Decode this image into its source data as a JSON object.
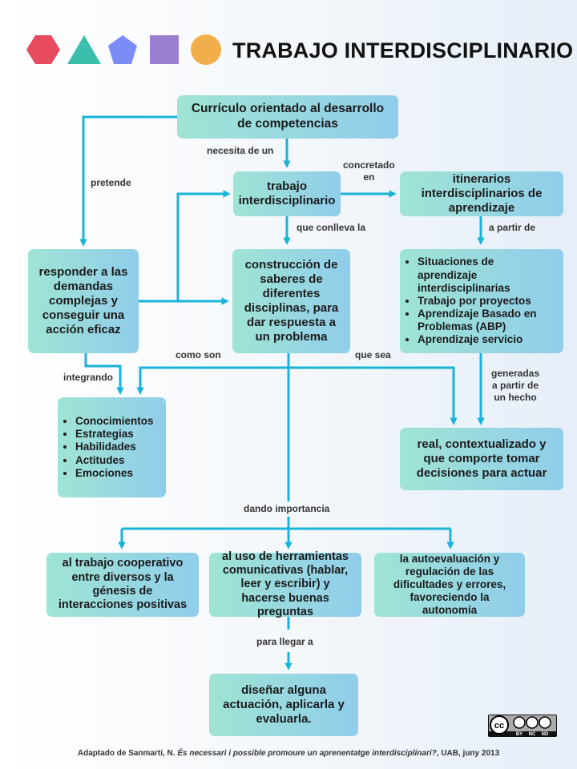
{
  "title": "TRABAJO INTERDISCIPLINARIO",
  "boxes": {
    "curriculo": "Currículo orientado al desarrollo de competencias",
    "trabajo": "trabajo interdisciplinario",
    "itinerarios": "itinerarios interdisciplinarios de aprendizaje",
    "responder": "responder a las demandas complejas y conseguir una acción eficaz",
    "construccion": "construcción de saberes de diferentes disciplinas, para dar respuesta a un problema",
    "situaciones": [
      "Situaciones de aprendizaje interdisciplinarias",
      "Trabajo por proyectos",
      "Aprendizaje Basado en Problemas (ABP)",
      "Aprendizaje servicio"
    ],
    "conocimientos": [
      "Conocimientos",
      "Estrategias",
      "Habilidades",
      "Actitudes",
      "Emociones"
    ],
    "real": "real, contextualizado y que comporte tomar decisiones para actuar",
    "cooperativo": "al trabajo cooperativo entre diversos y la génesis de interacciones positivas",
    "herramientas": "al uso de herramientas comunicativas (hablar, leer y escribir) y hacerse buenas preguntas",
    "autoevaluacion": "la autoevaluación y regulación de las dificultades y errores, favoreciendo la autonomía",
    "disenar": "diseñar alguna actuación, aplicarla y evaluarla."
  },
  "labels": {
    "necesita": "necesita de un",
    "pretende": "pretende",
    "concretado_1": "concretado",
    "concretado_2": "en",
    "conlleva": "que conlleva la",
    "a_partir": "a partir de",
    "como_son": "como son",
    "que_sea": "que sea",
    "integrando": "integrando",
    "generadas_1": "generadas",
    "generadas_2": "a partir de",
    "generadas_3": "un hecho",
    "dando": "dando importancia",
    "para_llegar": "para llegar a"
  },
  "footer": {
    "prefix": "Adaptado de Sanmartí,  N. ",
    "work": "És necessari i possible promoure un aprenentatge interdisciplinari?",
    "suffix": ", UAB, juny 2013"
  },
  "license": {
    "cc": "cc",
    "by": "BY",
    "nc": "NC",
    "nd": "ND"
  },
  "colors": {
    "connector": "#19b4d8",
    "box_start": "#9fe4d4",
    "box_end": "#90cdeb",
    "shape_hexagon": "#e84a5f",
    "shape_triangle": "#3bbfad",
    "shape_pentagon": "#7b8cf7",
    "shape_square": "#9a7fd1",
    "shape_circle": "#f2ae4a"
  }
}
